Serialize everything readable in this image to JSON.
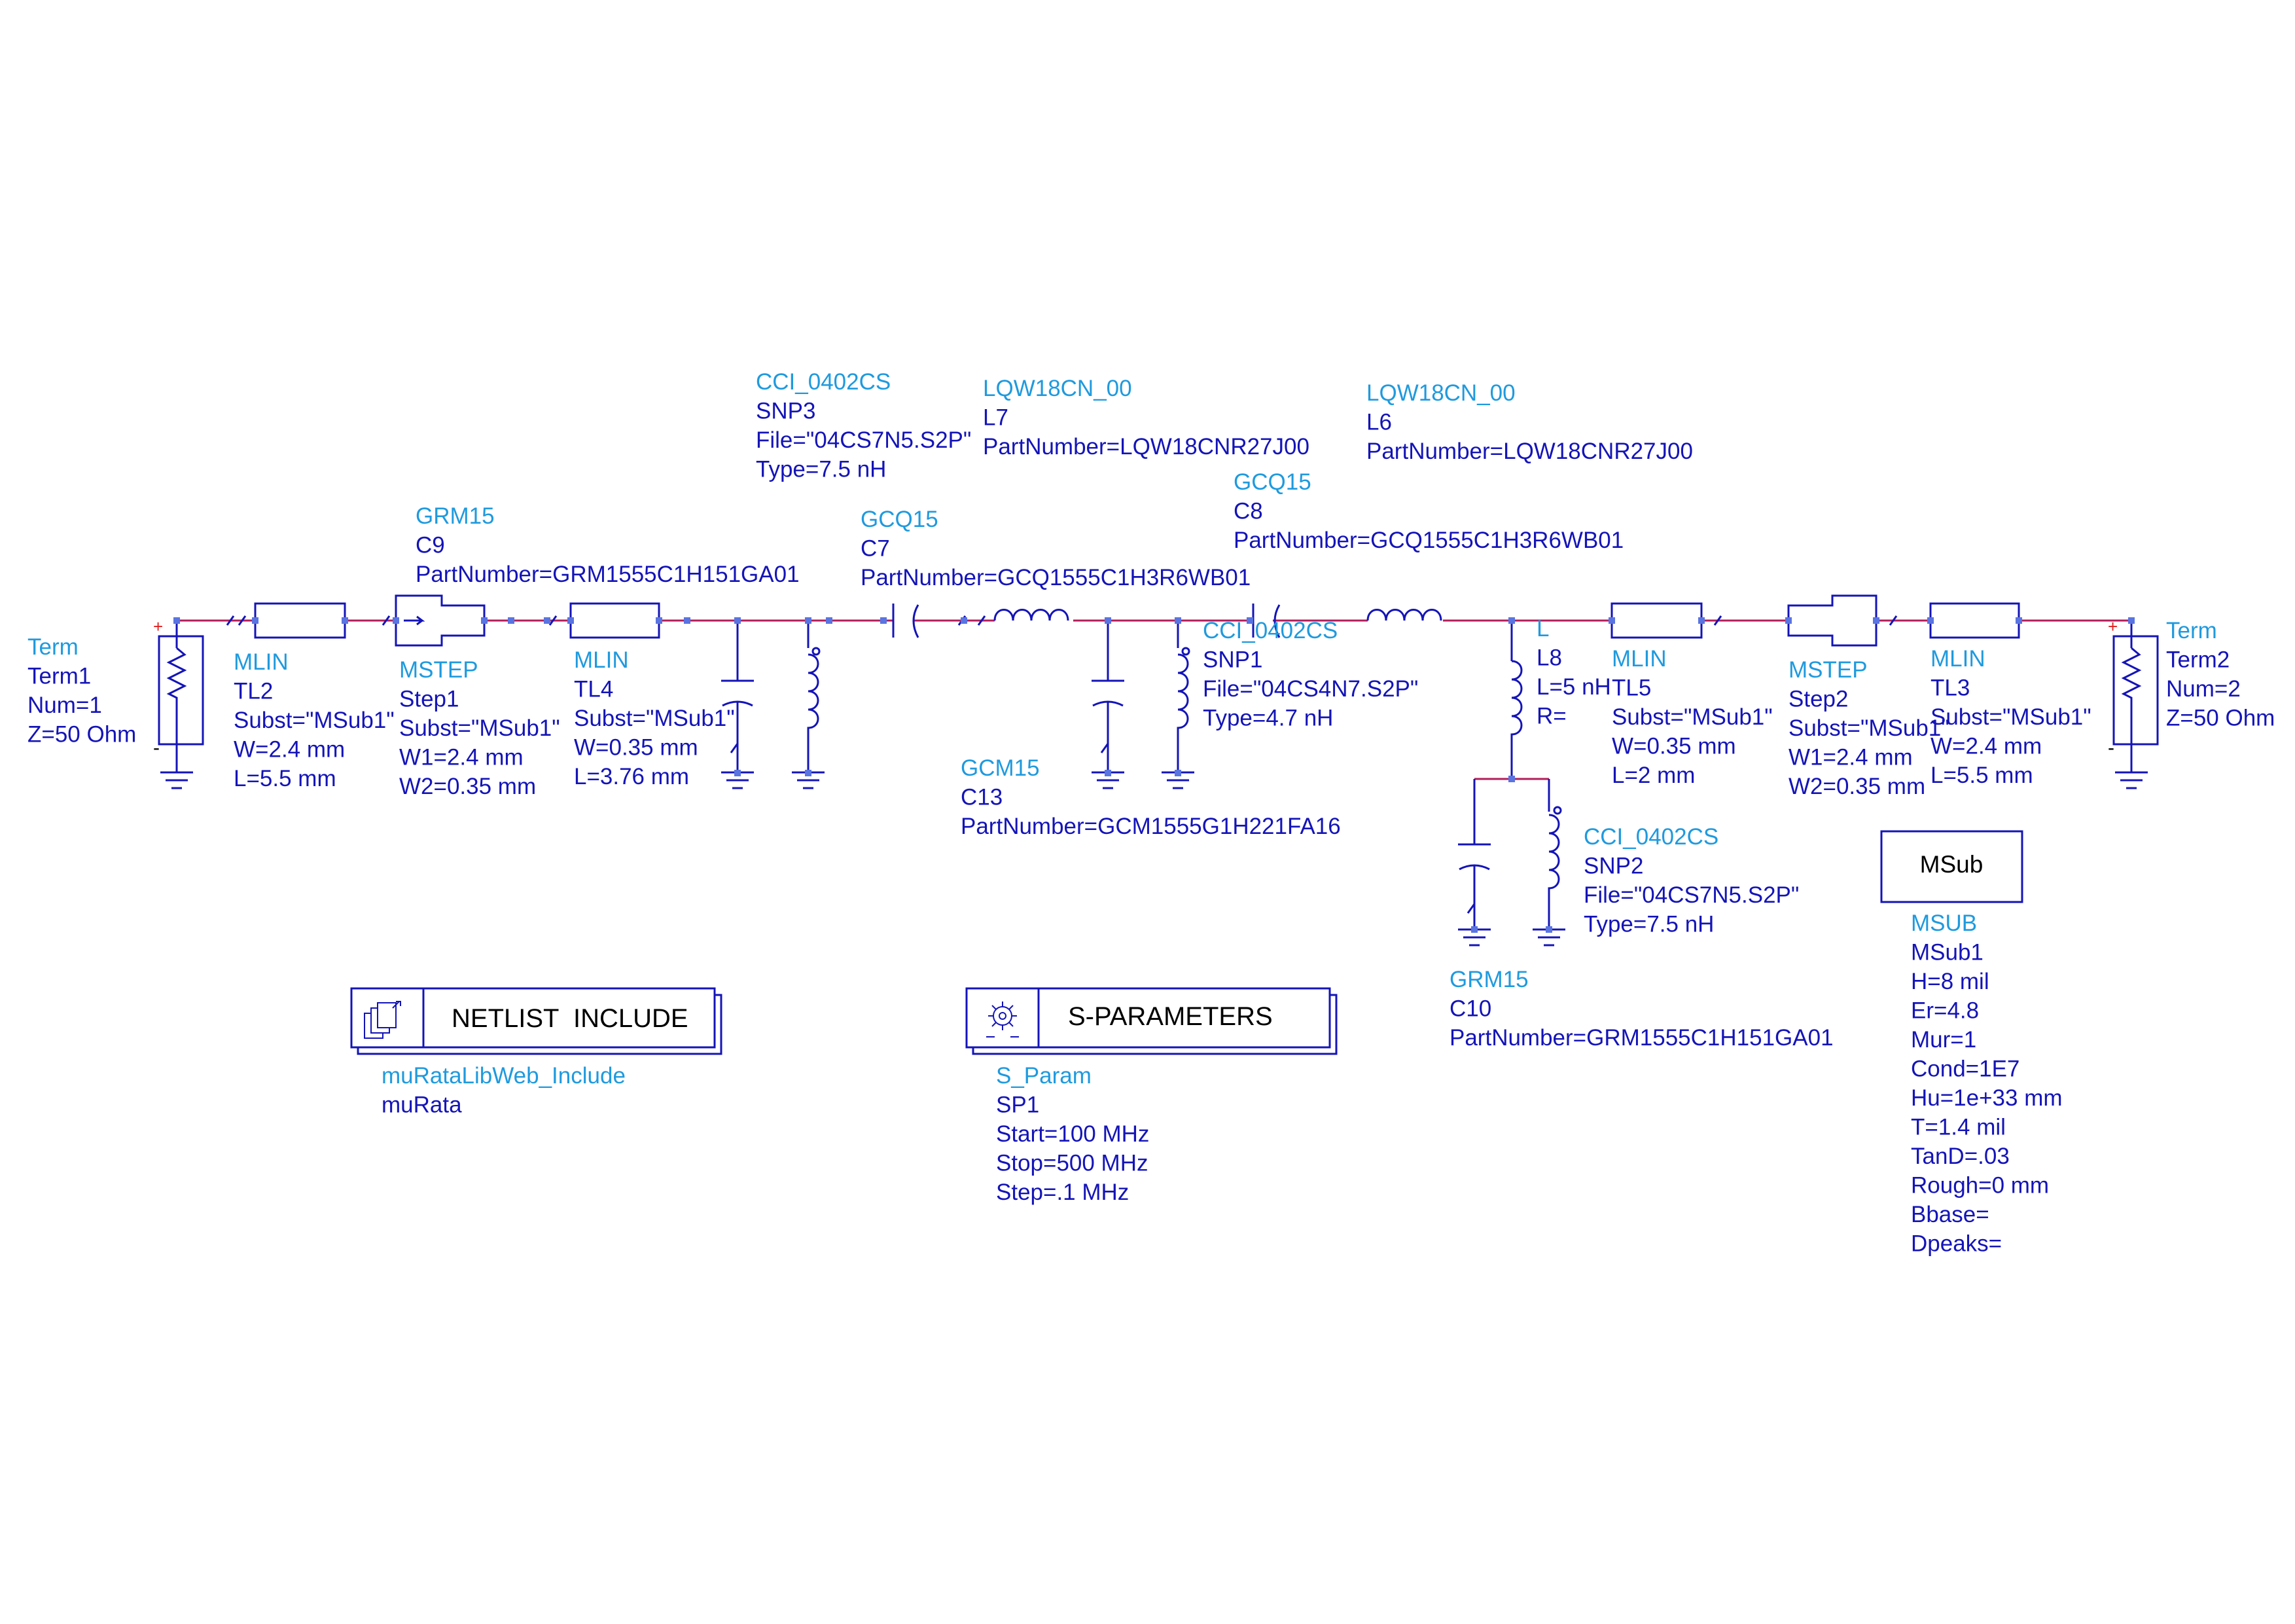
{
  "components": {
    "term1": {
      "lines": [
        "Term",
        "Term1",
        "Num=1",
        "Z=50 Ohm"
      ]
    },
    "tl2": {
      "lines": [
        "MLIN",
        "TL2",
        "Subst=\"MSub1\"",
        "W=2.4 mm",
        "L=5.5 mm"
      ]
    },
    "step1": {
      "lines": [
        "MSTEP",
        "Step1",
        "Subst=\"MSub1\"",
        "W1=2.4 mm",
        "W2=0.35 mm"
      ]
    },
    "c9": {
      "lines": [
        "GRM15",
        "C9",
        "PartNumber=GRM1555C1H151GA01"
      ]
    },
    "tl4": {
      "lines": [
        "MLIN",
        "TL4",
        "Subst=\"MSub1\"",
        "W=0.35 mm",
        "L=3.76 mm"
      ]
    },
    "snp3": {
      "lines": [
        "CCI_0402CS",
        "SNP3",
        "File=\"04CS7N5.S2P\"",
        "Type=7.5 nH"
      ]
    },
    "c7": {
      "lines": [
        "GCQ15",
        "C7",
        "PartNumber=GCQ1555C1H3R6WB01"
      ]
    },
    "l7": {
      "lines": [
        "LQW18CN_00",
        "L7",
        "PartNumber=LQW18CNR27J00"
      ]
    },
    "c13": {
      "lines": [
        "GCM15",
        "C13",
        "PartNumber=GCM1555G1H221FA16"
      ]
    },
    "snp1": {
      "lines": [
        "CCI_0402CS",
        "SNP1",
        "File=\"04CS4N7.S2P\"",
        "Type=4.7 nH"
      ]
    },
    "c8": {
      "lines": [
        "GCQ15",
        "C8",
        "PartNumber=GCQ1555C1H3R6WB01"
      ]
    },
    "l6": {
      "lines": [
        "LQW18CN_00",
        "L6",
        "PartNumber=LQW18CNR27J00"
      ]
    },
    "l8": {
      "lines": [
        "L",
        "L8",
        "L=5 nH",
        "R="
      ]
    },
    "tl5": {
      "lines": [
        "MLIN",
        "TL5",
        "Subst=\"MSub1\"",
        "W=0.35 mm",
        "L=2 mm"
      ]
    },
    "step2": {
      "lines": [
        "MSTEP",
        "Step2",
        "Subst=\"MSub1\"",
        "W1=2.4 mm",
        "W2=0.35 mm"
      ]
    },
    "tl3": {
      "lines": [
        "MLIN",
        "TL3",
        "Subst=\"MSub1\"",
        "W=2.4 mm",
        "L=5.5 mm"
      ]
    },
    "term2": {
      "lines": [
        "Term",
        "Term2",
        "Num=2",
        "Z=50 Ohm"
      ]
    },
    "snp2": {
      "lines": [
        "CCI_0402CS",
        "SNP2",
        "File=\"04CS7N5.S2P\"",
        "Type=7.5 nH"
      ]
    },
    "c10": {
      "lines": [
        "GRM15",
        "C10",
        "PartNumber=GRM1555C1H151GA01"
      ]
    }
  },
  "netlist_include": {
    "title": "NETLIST  INCLUDE",
    "lines": [
      "muRataLibWeb_Include",
      "muRata"
    ]
  },
  "s_parameters": {
    "title": "S-PARAMETERS",
    "lines": [
      "S_Param",
      "SP1",
      "Start=100 MHz",
      "Stop=500 MHz",
      "Step=.1 MHz"
    ]
  },
  "msub": {
    "title": "MSub",
    "lines": [
      "MSUB",
      "MSub1",
      "H=8 mil",
      "Er=4.8",
      "Mur=1",
      "Cond=1E7",
      "Hu=1e+33 mm",
      "T=1.4 mil",
      "TanD=.03",
      "Rough=0 mm",
      "Bbase=",
      "Dpeaks="
    ]
  },
  "colors": {
    "type_label": "#1f9ade",
    "param_label": "#1414b8",
    "symbol": "#1414b8",
    "wire": "#b21e5a",
    "pin": "#5a74e0",
    "terminal_plus": "#e02020"
  }
}
